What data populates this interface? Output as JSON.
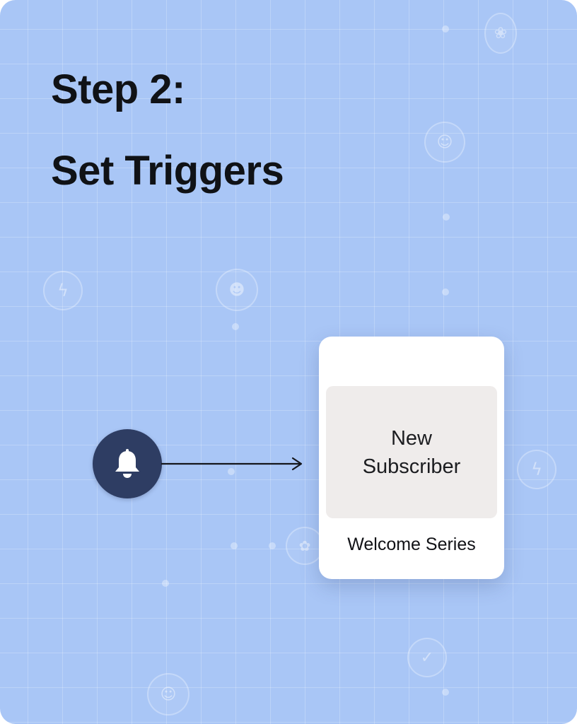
{
  "heading": {
    "step": "Step 2:",
    "title": "Set Triggers"
  },
  "flow": {
    "trigger_icon": "bell-icon",
    "arrow_icon": "arrow-right-icon",
    "card": {
      "label_line1": "New",
      "label_line2": "Subscriber",
      "caption": "Welcome Series"
    }
  },
  "decorations": {
    "icons": [
      "lightning-icon",
      "robot-icon",
      "pet-icon",
      "bee-icon",
      "smiley-icon",
      "check-icon"
    ]
  },
  "colors": {
    "background": "#a9c6f6",
    "trigger": "#2e3d63",
    "card": "#ffffff",
    "card_inner": "#efeceb",
    "text": "#101216"
  }
}
